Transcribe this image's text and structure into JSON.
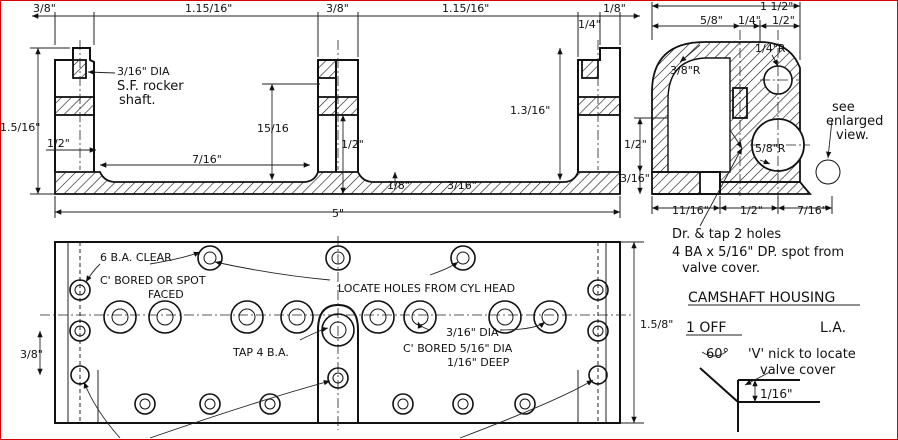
{
  "front_view": {
    "dim_top": [
      "3/8\"",
      "1.15/16\"",
      "3/8\"",
      "1.15/16\"",
      "1/4\"",
      "1/8\""
    ],
    "dim_left_height": "1.5/16\"",
    "dim_mid_height": "15/16",
    "dim_right_height": "1.3/16\"",
    "dim_half_left": "1/2\"",
    "dim_half_mid": "1/2\"",
    "dim_inner_left": "7/16\"",
    "dim_eighth": "1/8\"",
    "dim_three16": "3/16\"",
    "dim_length": "5\"",
    "note_hole": "3/16\" DIA",
    "note_shaft_line1": "S.F. rocker",
    "note_shaft_line2": "shaft."
  },
  "end_view": {
    "dim_overall": "1 1/2\"",
    "dim_5_8": "5/8\"",
    "dim_1_4": "1/4\"",
    "dim_1_2_top": "1/2\"",
    "dim_1_4_r": "1/4\"R",
    "dim_3_8_r": "3/8\"R",
    "dim_5_8_r": "5/8\"R",
    "dim_1_2_side": "1/2\"",
    "dim_3_16": "3/16\"",
    "dim_bottom": [
      "11/16\"",
      "1/2\"",
      "7/16\""
    ],
    "note_see_line1": "see",
    "note_see_line2": "enlarged",
    "note_see_line3": "view."
  },
  "plan_view": {
    "note_6ba_line1": "6 B.A. CLEAR",
    "note_6ba_line2": "C' BORED OR SPOT",
    "note_6ba_line3": "FACED",
    "note_locate": "LOCATE HOLES FROM CYL HEAD",
    "note_tap": "TAP 4 B.A.",
    "note_cbore_line1": "3/16\" DIA",
    "note_cbore_line2": "C' BORED 5/16\" DIA",
    "note_cbore_line3": "1/16\" DEEP",
    "dim_3_8": "3/8\"",
    "dim_1_5_8": "1.5/8\""
  },
  "notes": {
    "drill_line1": "Dr. & tap 2 holes",
    "drill_line2": "4 BA x 5/16\" DP. spot from",
    "drill_line3": "valve cover.",
    "title": "CAMSHAFT HOUSING",
    "qty": "1 OFF",
    "material": "L.A.",
    "detail_angle": "60°",
    "detail_note_line1": "'V' nick to locate",
    "detail_note_line2": "valve cover",
    "detail_depth": "1/16\""
  }
}
